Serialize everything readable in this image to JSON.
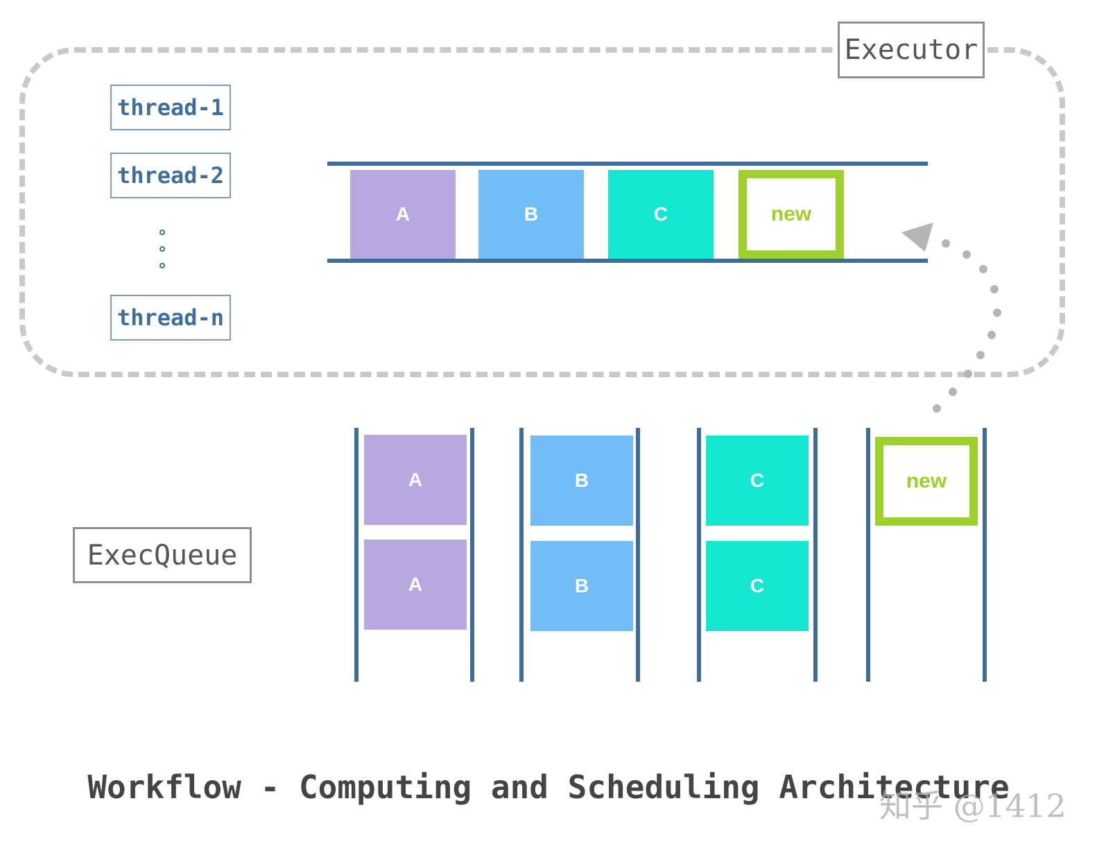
{
  "executor": {
    "label": "Executor",
    "threads": [
      {
        "label": "thread-1"
      },
      {
        "label": "thread-2"
      },
      {
        "label": "thread-n"
      }
    ],
    "queue": [
      {
        "label": "A",
        "color": "#b7a9df"
      },
      {
        "label": "B",
        "color": "#72bdf7"
      },
      {
        "label": "C",
        "color": "#14e6cf"
      },
      {
        "label": "new",
        "color": "#9ed02b"
      }
    ]
  },
  "exec_queue": {
    "label": "ExecQueue",
    "columns": [
      {
        "items": [
          {
            "label": "A",
            "color": "#b7a9df"
          },
          {
            "label": "A",
            "color": "#b7a9df"
          }
        ]
      },
      {
        "items": [
          {
            "label": "B",
            "color": "#72bdf7"
          },
          {
            "label": "B",
            "color": "#72bdf7"
          }
        ]
      },
      {
        "items": [
          {
            "label": "C",
            "color": "#14e6cf"
          },
          {
            "label": "C",
            "color": "#14e6cf"
          }
        ]
      },
      {
        "items": [
          {
            "label": "new",
            "color": "#9ed02b"
          }
        ]
      }
    ]
  },
  "footer": {
    "title": "Workflow - Computing and Scheduling Architecture",
    "watermark": "知乎 @1412"
  },
  "colors": {
    "pipe": "#3e6d9c",
    "dashed_border": "#c9c9c9",
    "arrow": "#b5b5b5"
  }
}
